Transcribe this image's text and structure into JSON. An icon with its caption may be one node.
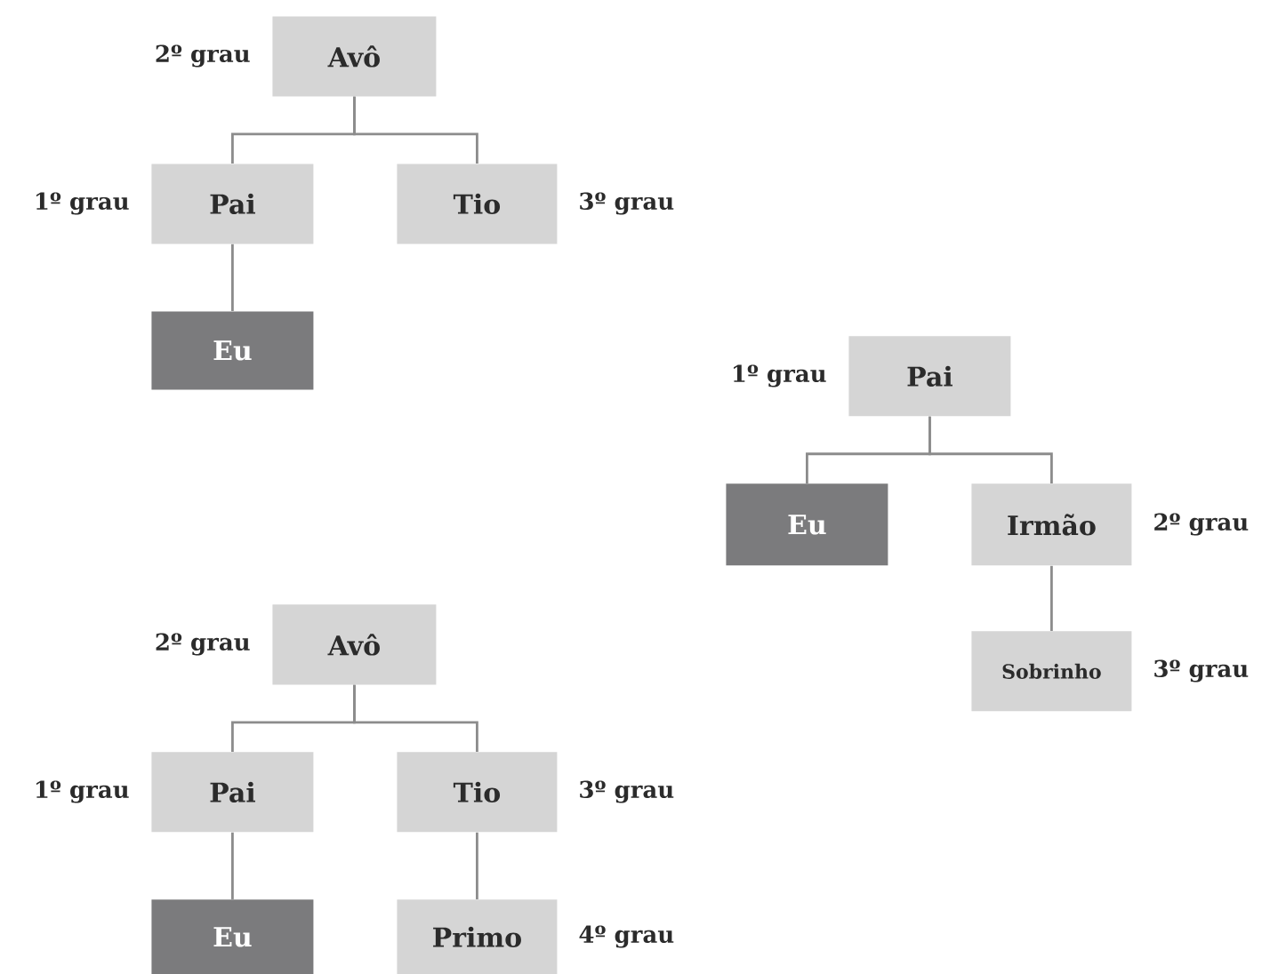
{
  "diagram": {
    "nodes": [
      {
        "text": [
          "Avô"
        ],
        "beside": [
          "2º grau"
        ]
      },
      {
        "text": [
          "Pai"
        ],
        "beside": [
          "1º grau"
        ]
      },
      {
        "text": [
          "Tio"
        ],
        "beside": [
          "3º grau"
        ]
      },
      {
        "text": [
          "Eu"
        ]
      },
      {
        "text": [
          "Pai"
        ],
        "beside": [
          "1º grau"
        ]
      },
      {
        "text": [
          "Eu"
        ]
      },
      {
        "text": [
          "Irmão"
        ],
        "beside": [
          "2º grau"
        ]
      },
      {
        "text": [
          "Sobrinho"
        ],
        "beside": [
          "3º grau"
        ]
      },
      {
        "text": [
          "Avô"
        ],
        "beside": [
          "2º grau"
        ]
      },
      {
        "text": [
          "Pai"
        ],
        "beside": [
          "1º grau"
        ]
      },
      {
        "text": [
          "Tio"
        ],
        "beside": [
          "3º grau"
        ]
      },
      {
        "text": [
          "Eu"
        ]
      },
      {
        "text": [
          "Primo"
        ],
        "beside": [
          "4º grau"
        ]
      }
    ],
    "edges": [
      {
        "from": 0,
        "to": 1,
        "arrow": "none"
      },
      {
        "from": 0,
        "to": 2,
        "arrow": "none"
      },
      {
        "from": 1,
        "to": 3,
        "arrow": "none"
      },
      {
        "from": 4,
        "to": 5,
        "arrow": "none"
      },
      {
        "from": 4,
        "to": 6,
        "arrow": "none"
      },
      {
        "from": 6,
        "to": 7,
        "arrow": "none"
      },
      {
        "from": 8,
        "to": 9,
        "arrow": "none"
      },
      {
        "from": 8,
        "to": 10,
        "arrow": "none"
      },
      {
        "from": 9,
        "to": 11,
        "arrow": "none"
      },
      {
        "from": 10,
        "to": 12,
        "arrow": "none"
      }
    ]
  }
}
